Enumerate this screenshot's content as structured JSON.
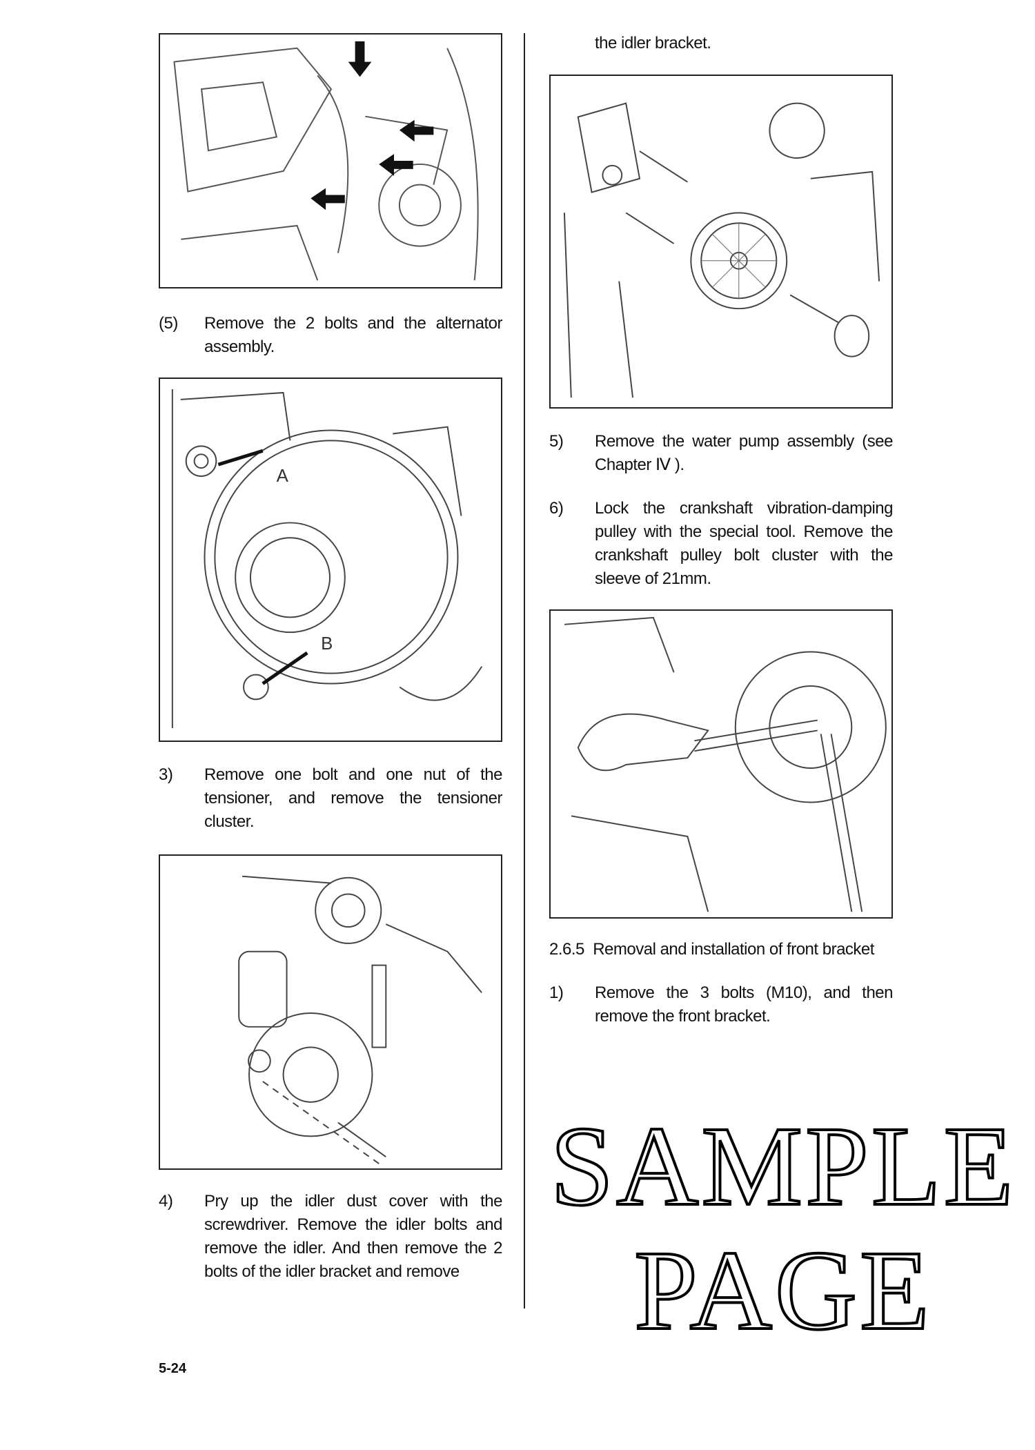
{
  "left_column": {
    "steps": [
      {
        "num": "(5)",
        "text": "Remove the 2 bolts and the alternator assembly."
      },
      {
        "num": "3)",
        "text": "Remove one bolt and one nut of the tensioner, and remove the tensioner cluster."
      },
      {
        "num": "4)",
        "text": "Pry up the idler dust cover with the screwdriver. Remove the idler bolts and remove the idler. And then remove the 2 bolts of the idler bracket and remove"
      }
    ],
    "figure_labels": {
      "a": "A",
      "b": "B"
    }
  },
  "right_column": {
    "continuation": "the idler bracket.",
    "steps": [
      {
        "num": "5)",
        "text": "Remove the water pump assembly (see Chapter Ⅳ )."
      },
      {
        "num": "6)",
        "text": "Lock the crankshaft vibration-damping pulley with the special tool. Remove the crankshaft pulley bolt cluster with the sleeve of 21mm."
      },
      {
        "num": "1)",
        "text": "Remove the 3 bolts (M10), and then remove the front bracket."
      }
    ],
    "section_heading": "2.6.5  Removal and installation of front bracket"
  },
  "footer": {
    "page_number": "5-24"
  },
  "watermark": "SAMPLE PAGE"
}
